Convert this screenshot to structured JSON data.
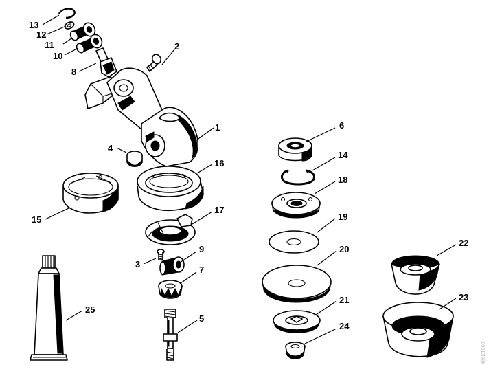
{
  "diagram": {
    "labels": {
      "p1": "1",
      "p2": "2",
      "p3": "3",
      "p4": "4",
      "p5": "5",
      "p6": "6",
      "p7": "7",
      "p8": "8",
      "p9": "9",
      "p10": "10",
      "p11": "11",
      "p12": "12",
      "p13": "13",
      "p14": "14",
      "p15": "15",
      "p16": "16",
      "p17": "17",
      "p18": "18",
      "p19": "19",
      "p20": "20",
      "p21": "21",
      "p22": "22",
      "p23": "23",
      "p24": "24",
      "p25": "25"
    },
    "watermark": "466ET060"
  }
}
